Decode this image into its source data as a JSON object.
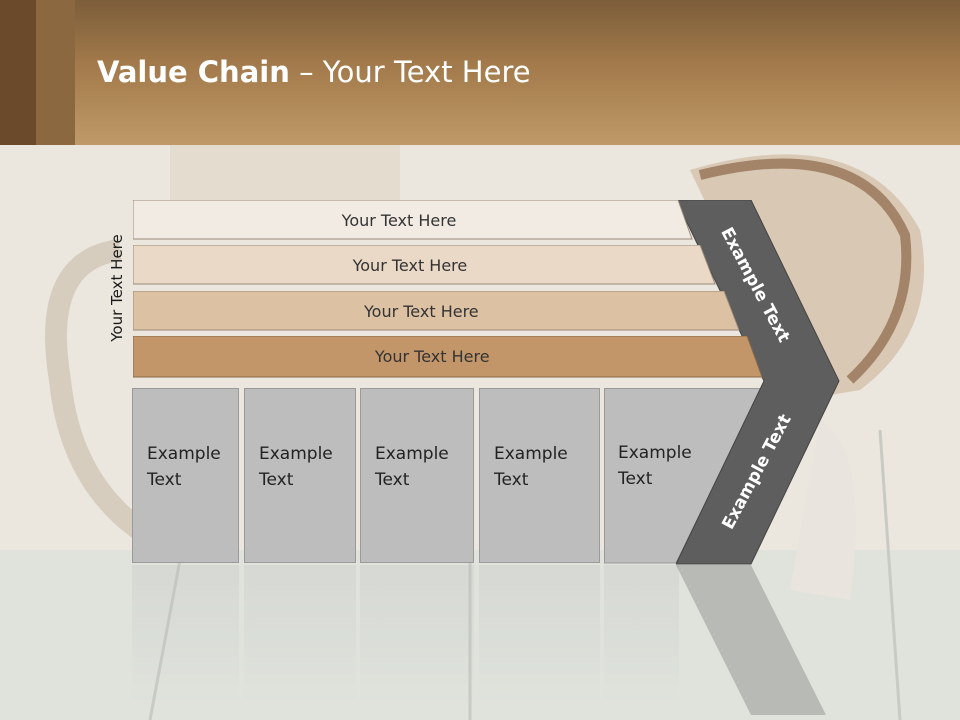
{
  "header": {
    "title_bold": "Value Chain",
    "title_rest": " – Your Text Here"
  },
  "side_label": "Your Text Here",
  "bars": [
    {
      "label": "Your Text Here",
      "color": "#f2ebe3"
    },
    {
      "label": "Your Text Here",
      "color": "#ead9c7"
    },
    {
      "label": "Your Text Here",
      "color": "#dcc1a2"
    },
    {
      "label": "Your Text Here",
      "color": "#c3966a"
    }
  ],
  "columns": [
    {
      "line1": "Example",
      "line2": "Text"
    },
    {
      "line1": "Example",
      "line2": "Text"
    },
    {
      "line1": "Example",
      "line2": "Text"
    },
    {
      "line1": "Example",
      "line2": "Text"
    },
    {
      "line1": "Example",
      "line2": "Text"
    }
  ],
  "arrow": {
    "upper_label": "Example Text",
    "lower_label": "Example Text",
    "color": "#5e5e5e"
  },
  "colors": {
    "header": "#a37a4b",
    "column_fill": "#bdbdbd"
  }
}
